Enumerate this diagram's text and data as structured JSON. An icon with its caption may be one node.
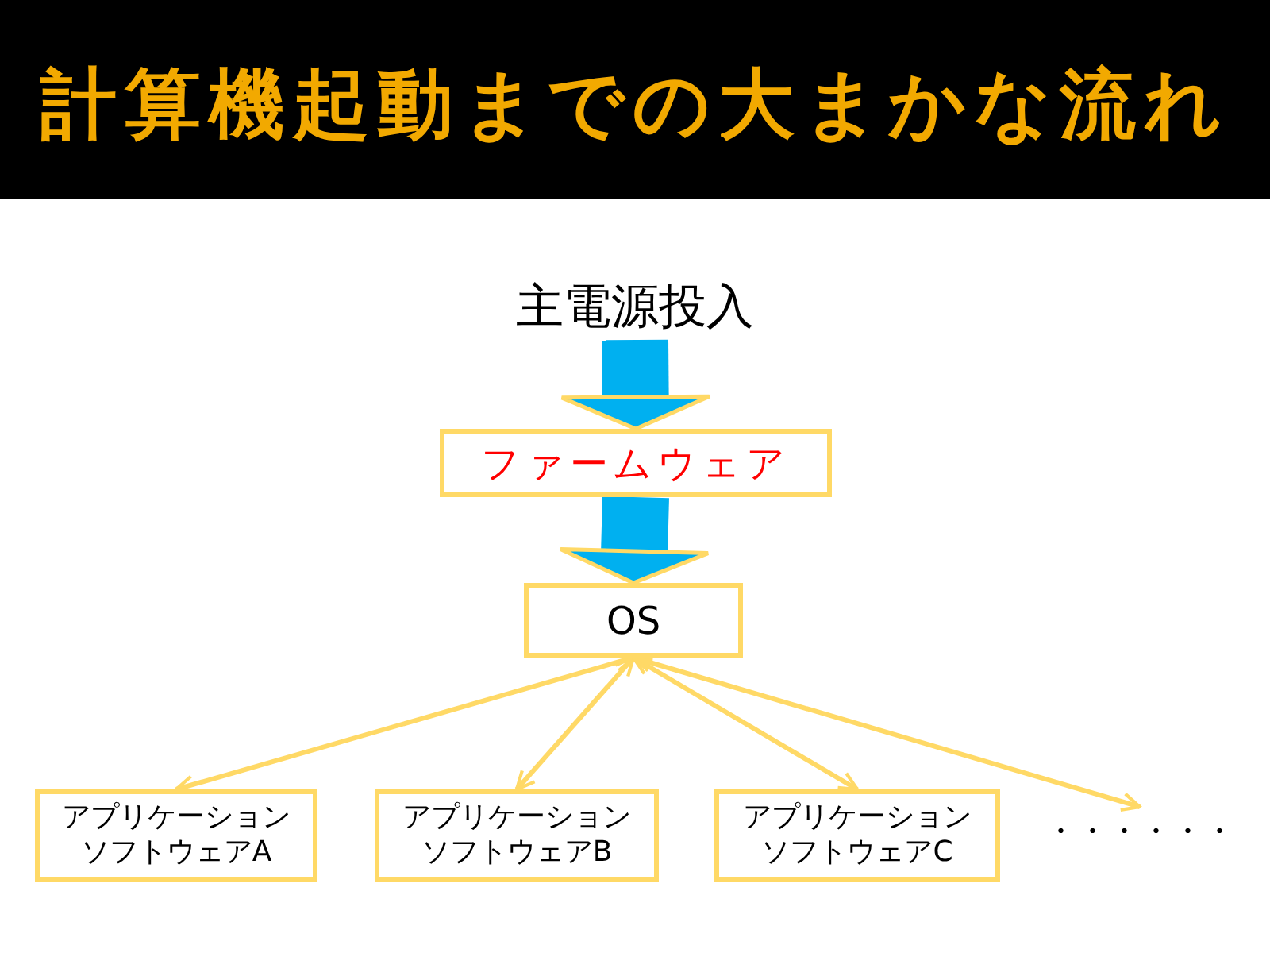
{
  "diagram": {
    "title": "計算機起動までの大まかな流れ",
    "nodes": [
      {
        "text": [
          "主電源投入"
        ]
      },
      {
        "text": [
          "ファームウェア"
        ]
      },
      {
        "text": [
          "OS"
        ]
      },
      {
        "text": [
          "アプリケーションソフトウェアA"
        ]
      },
      {
        "text": [
          "アプリケーションソフトウェアB"
        ]
      },
      {
        "text": [
          "アプリケーションソフトウェアC"
        ]
      },
      {
        "text": [
          "・・・・・・"
        ]
      }
    ],
    "edges": [
      {
        "from": 0,
        "to": 1,
        "arrow": "to",
        "style": "thick",
        "color": "#00b0f0"
      },
      {
        "from": 1,
        "to": 2,
        "arrow": "to",
        "style": "thick",
        "color": "#00b0f0"
      },
      {
        "from": 2,
        "to": 3,
        "arrow": "both"
      },
      {
        "from": 2,
        "to": 4,
        "arrow": "both"
      },
      {
        "from": 2,
        "to": 5,
        "arrow": "both"
      },
      {
        "from": 2,
        "to": 6,
        "arrow": "both"
      }
    ]
  }
}
